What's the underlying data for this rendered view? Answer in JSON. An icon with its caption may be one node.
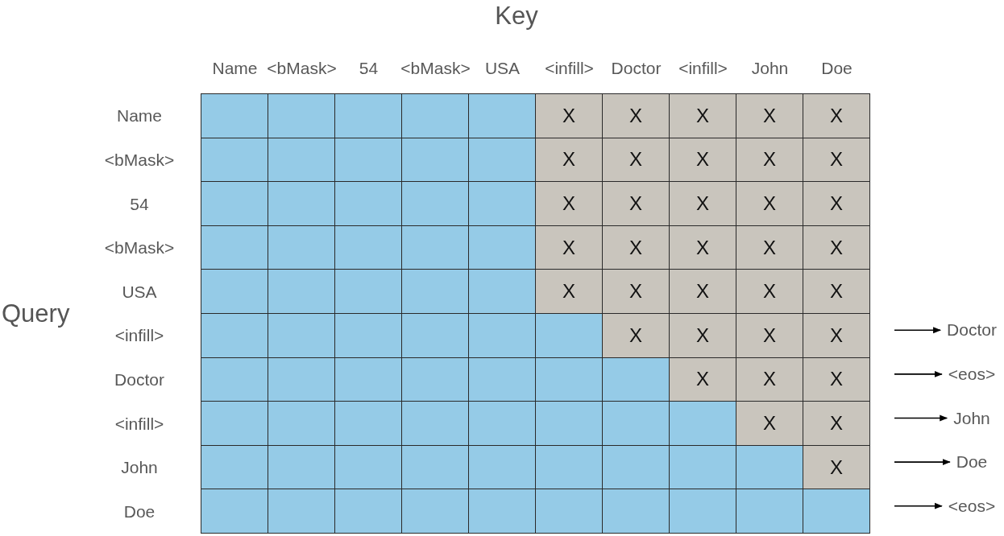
{
  "diagram": {
    "nodes": [
      {
        "text": [
          "Doctor"
        ]
      },
      {
        "text": [
          "<eos>"
        ]
      },
      {
        "text": [
          "John"
        ]
      },
      {
        "text": [
          "Doe"
        ]
      },
      {
        "text": [
          "<eos>"
        ]
      }
    ],
    "edges": [
      {
        "from": null,
        "to": 0,
        "arrow": "to"
      },
      {
        "from": null,
        "to": 1,
        "arrow": "to"
      },
      {
        "from": null,
        "to": 2,
        "arrow": "to"
      },
      {
        "from": null,
        "to": 3,
        "arrow": "to"
      },
      {
        "from": null,
        "to": 4,
        "arrow": "to"
      }
    ],
    "labels": [
      "Key",
      "Name",
      "<bMask>",
      "54",
      "<bMask>",
      "USA",
      "<infill>",
      "Doctor",
      "<infill>",
      "John",
      "Doe",
      "Query",
      "Name",
      "X",
      "X",
      "X",
      "X",
      "X",
      "<bMask>",
      "X",
      "X",
      "X",
      "X",
      "X",
      "54",
      "X",
      "X",
      "X",
      "X",
      "X",
      "<bMask>",
      "X",
      "X",
      "X",
      "X",
      "X",
      "USA",
      "X",
      "X",
      "X",
      "X",
      "X",
      "<infill>",
      "X",
      "X",
      "X",
      "X",
      "Doctor",
      "X",
      "X",
      "X",
      "<infill>",
      "X",
      "X",
      "John",
      "X",
      "Doe"
    ]
  }
}
